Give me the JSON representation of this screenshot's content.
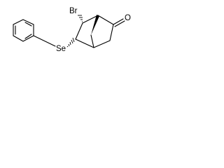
{
  "molecule": {
    "atoms": {
      "bromine": "Br",
      "oxygen": "O",
      "selenium": "Se"
    }
  }
}
